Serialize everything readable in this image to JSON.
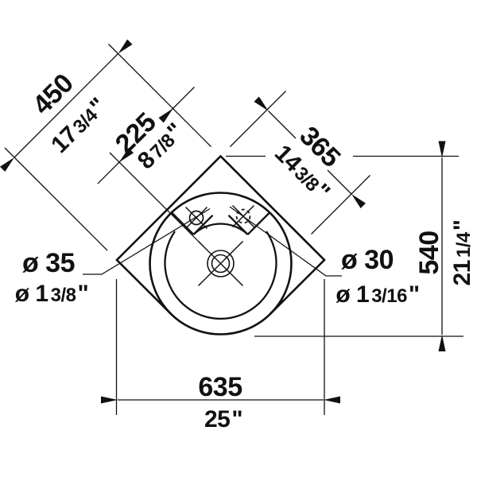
{
  "drawing": {
    "subject": "Corner washbasin technical dimension drawing, top view",
    "background_color": "#ffffff",
    "line_color": "#111111"
  },
  "dimensions": {
    "d450": {
      "mm": "450",
      "inch_int": "17",
      "inch_frac": "3/4",
      "unit_mark": "\""
    },
    "d225": {
      "mm": "225",
      "inch_int": "8",
      "inch_frac": "7/8",
      "unit_mark": "\""
    },
    "d365": {
      "mm": "365",
      "inch_int": "14",
      "inch_frac": "3/8",
      "unit_mark": "\""
    },
    "d540": {
      "mm": "540",
      "inch_int": "21",
      "inch_frac": "1/4",
      "unit_mark": "\""
    },
    "d635": {
      "mm": "635",
      "inch_int": "25",
      "inch_frac": "",
      "unit_mark": "\""
    },
    "hole_left": {
      "mm": "ø 35",
      "inch_int": "ø 1",
      "inch_frac": "3/8",
      "unit_mark": "\""
    },
    "hole_right": {
      "mm": "ø 30",
      "inch_int": "ø 1",
      "inch_frac": "3/16",
      "unit_mark": "\""
    }
  }
}
